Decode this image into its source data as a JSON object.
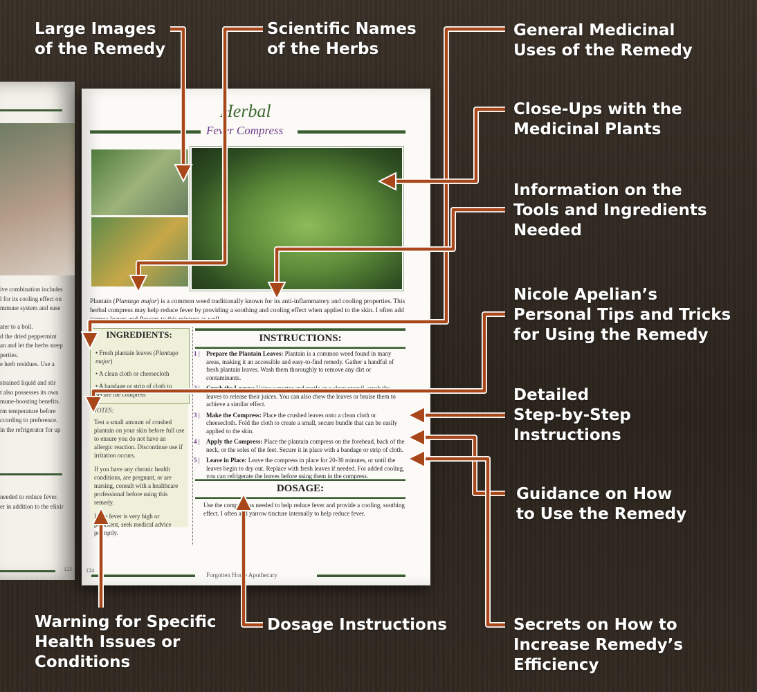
{
  "callouts": {
    "large_images": "Large Images\nof the Remedy",
    "scientific_names": "Scientific Names\nof the Herbs",
    "general_uses": "General Medicinal\nUses of the Remedy",
    "close_ups": "Close-Ups with the\nMedicinal Plants",
    "tools_info": "Information on the\nTools and Ingredients\nNeeded",
    "personal_tips": "Nicole Apelian’s\nPersonal Tips and Tricks\nfor Using the Remedy",
    "step_by_step": "Detailed\nStep-by-Step\nInstructions",
    "guidance": "Guidance on How\nto Use the Remedy",
    "warning": "Warning for Specific\nHealth Issues or\nConditions",
    "dosage_instr": "Dosage Instructions",
    "secrets": "Secrets on How to\nIncrease Remedy’s\nEfficiency"
  },
  "book": {
    "left_page": {
      "text": "ive combination includes\nl for its cooling effect on\nmmune system and ease\n\nater to a boil.\nd the dried peppermint\nan and let the herbs steep\nperties.\ne herb residues. Use a\n\nstrained liquid and stir\nt also possesses its own\nmune-boosting benefits.\nrm temperature before\nccording to preference.\nin the refrigerator for up",
      "text2": "needed to reduce fever.\ner in addition to the elixir",
      "page_number": "123"
    },
    "page": {
      "title": "Herbal",
      "subtitle": "Fever Compress",
      "intro_lead": "Plantain (",
      "intro_latin": "Plantago major",
      "intro_rest": ") is a common weed traditionally known for its anti-inflammatory and cooling properties. This herbal compress may help reduce fever by providing a soothing and cooling effect when applied to the skin. I often add yarrow leaves and flowers to this mixture as well.",
      "ingredients_heading": "INGREDIENTS:",
      "ingredient_1": "Fresh plantain leaves (",
      "ingredient_1_latin": "Plantago major",
      "ingredient_1_end": ")",
      "ingredient_2": "A clean cloth or cheesecloth",
      "ingredient_3": "A bandage or strip of cloth to secure the compress",
      "notes_heading": "NOTES:",
      "note_1": "Test a small amount of crushed plantain on your skin before full use to ensure you do not have an allergic reaction. Discontinue use if irritation occurs.",
      "note_2": "If you have any chronic health conditions, are pregnant, or are nursing, consult with a healthcare professional before using this remedy.",
      "note_3": "If the fever is very high or persistent, seek medical advice promptly.",
      "instructions_heading": "INSTRUCTIONS:",
      "steps": [
        {
          "num": "1 |",
          "title": "Prepare the Plantain Leaves:",
          "text": " Plantain is a common weed found in many areas, making it an accessible and easy-to-find remedy. Gather a handful of fresh plantain leaves. Wash them thoroughly to remove any dirt or contaminants."
        },
        {
          "num": "2 |",
          "title": "Crush the Leaves:",
          "text": " Using a mortar and pestle or a clean utensil, crush the leaves to release their juices. You can also chew the leaves or bruise them to achieve a similar effect."
        },
        {
          "num": "3 |",
          "title": "Make the Compress:",
          "text": " Place the crushed leaves onto a clean cloth or cheesecloth. Fold the cloth to create a small, secure bundle that can be easily applied to the skin."
        },
        {
          "num": "4 |",
          "title": "Apply the Compress:",
          "text": " Place the plantain compress on the forehead, back of the neck, or the soles of the feet. Secure it in place with a bandage or strip of cloth."
        },
        {
          "num": "5 |",
          "title": "Leave in Place:",
          "text": " Leave the compress in place for 20-30 minutes, or until the leaves begin to dry out. Replace with fresh leaves if needed. For added cooling, you can refrigerate the leaves before using them in the compress."
        }
      ],
      "dosage_heading": "DOSAGE:",
      "dosage_text": "Use the compress as needed to help reduce fever and provide a cooling, soothing effect. I often add yarrow tincture internally to help reduce fever.",
      "footer": "Forgotten Home Apothecary",
      "page_number": "124"
    }
  },
  "colors": {
    "arrow": "#a8481a",
    "title_green": "#3f6a33",
    "subtitle_purple": "#6b3a8a",
    "background": "#2e2720"
  }
}
